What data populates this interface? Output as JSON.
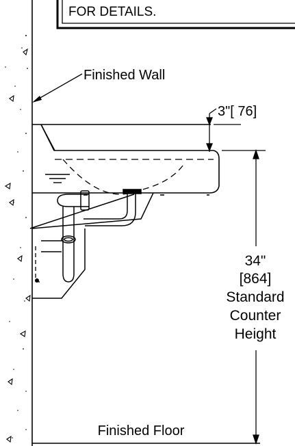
{
  "note_box": {
    "text": "FOR DETAILS."
  },
  "labels": {
    "finished_wall": "Finished Wall",
    "rim_dim": "3\"[ 76]",
    "height_in": "34\"",
    "height_mm": "[864]",
    "height_line1": "Standard",
    "height_line2": "Counter",
    "height_line3": "Height",
    "finished_floor": "Finished Floor"
  },
  "colors": {
    "ink": "#000000",
    "paper": "#ffffff"
  }
}
